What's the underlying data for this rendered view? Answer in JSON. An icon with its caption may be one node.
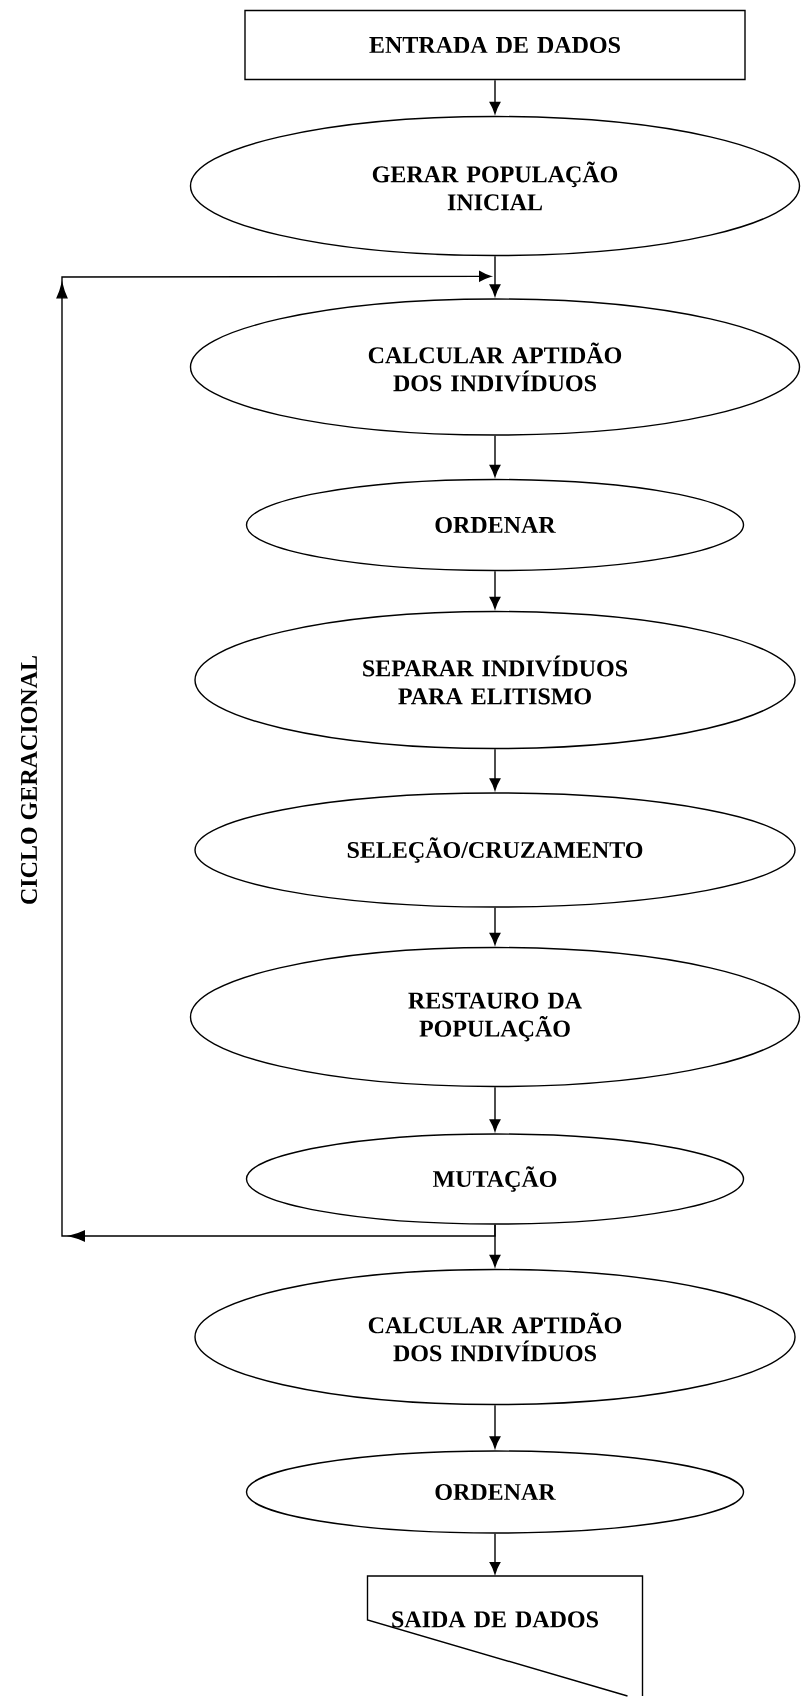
{
  "diagram": {
    "nodes": [
      {
        "text": [
          "ENTRADA DE DADOS"
        ]
      },
      {
        "text": [
          "GERAR POPULAÇÃO INICIAL"
        ]
      },
      {
        "text": [
          "CALCULAR APTIDÃO DOS INDIVÍDUOS"
        ]
      },
      {
        "text": [
          "ORDENAR"
        ]
      },
      {
        "text": [
          "SEPARAR INDIVÍDUOS PARA ELITISMO"
        ]
      },
      {
        "text": [
          "SELEÇÃO/CRUZAMENTO"
        ]
      },
      {
        "text": [
          "RESTAURO DA POPULAÇÃO"
        ]
      },
      {
        "text": [
          "MUTAÇÃO"
        ]
      },
      {
        "text": [
          "CALCULAR APTIDÃO DOS INDIVÍDUOS"
        ]
      },
      {
        "text": [
          "ORDENAR"
        ]
      },
      {
        "text": [
          "SAIDA DE DADOS"
        ]
      }
    ],
    "edges": [
      {
        "from": 0,
        "to": 1,
        "arrow": "to"
      },
      {
        "from": 1,
        "to": 2,
        "arrow": "to"
      },
      {
        "from": 2,
        "to": 3,
        "arrow": "to"
      },
      {
        "from": 3,
        "to": 4,
        "arrow": "to"
      },
      {
        "from": 4,
        "to": 5,
        "arrow": "to"
      },
      {
        "from": 5,
        "to": 6,
        "arrow": "to"
      },
      {
        "from": 6,
        "to": 7,
        "arrow": "to"
      },
      {
        "from": 7,
        "to": 8,
        "arrow": "to"
      },
      {
        "from": 8,
        "to": 9,
        "arrow": "to"
      },
      {
        "from": 9,
        "to": 10,
        "arrow": "to"
      },
      {
        "from": 7,
        "to": 2,
        "arrow": "to"
      }
    ],
    "labels": [
      "CICLO GERACIONAL"
    ]
  }
}
